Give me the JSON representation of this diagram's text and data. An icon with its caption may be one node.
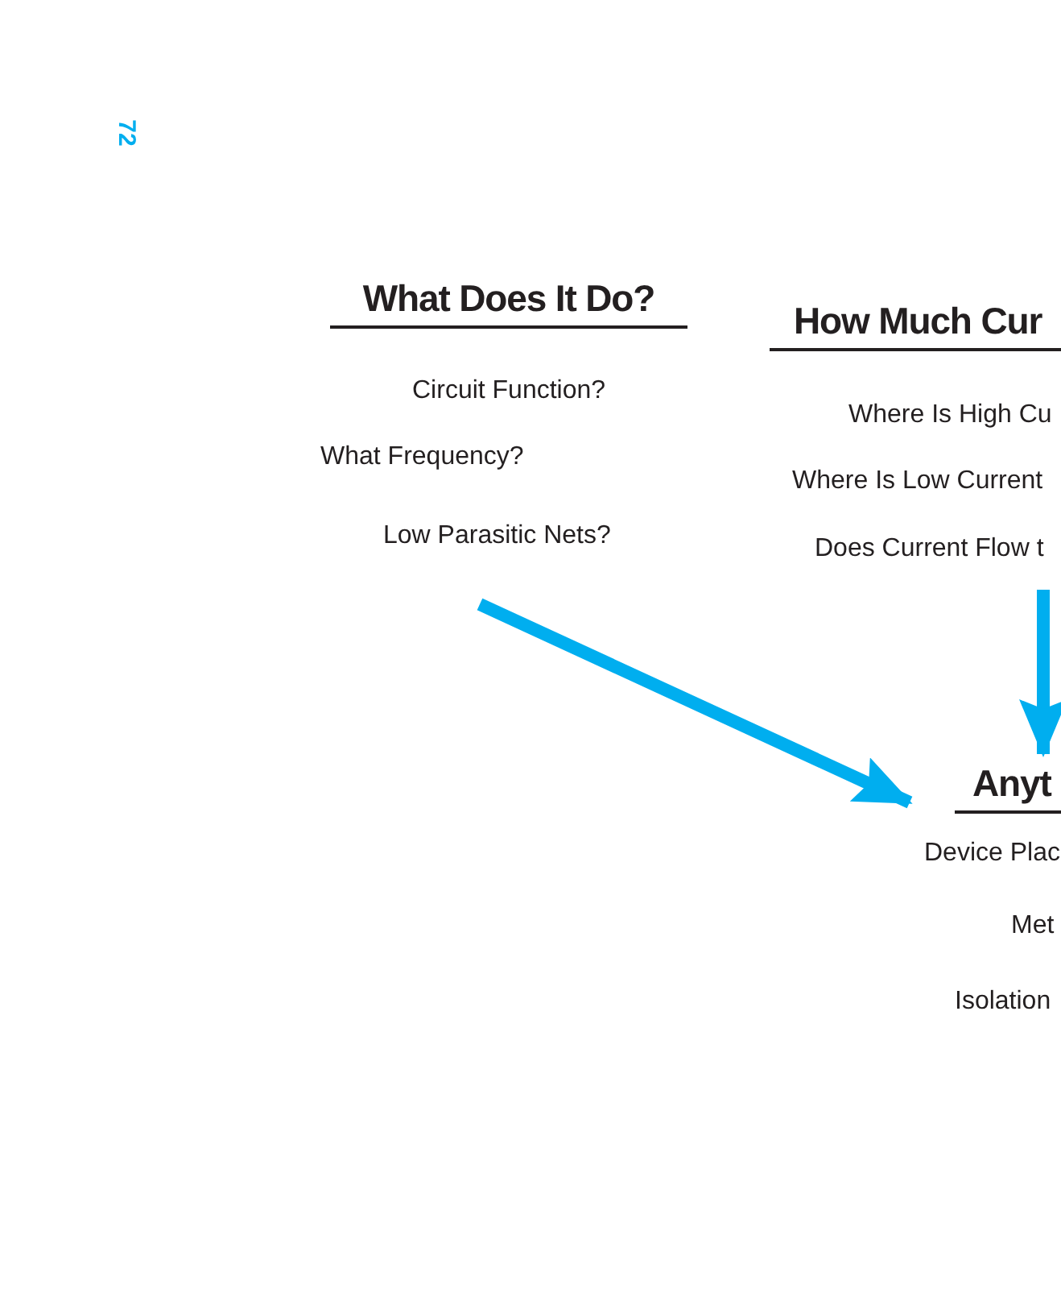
{
  "diagram": {
    "nodes": [
      {
        "text": [
          "What Does It Do?",
          "Circuit Function?",
          "What Frequency?",
          "Low Parasitic Nets?"
        ]
      },
      {
        "text": [
          "How Much Cur",
          "Where Is High Cu",
          "Where Is Low Current",
          "Does Current Flow t"
        ]
      },
      {
        "text": [
          "Anyt",
          "Device Plac",
          "Met",
          "Isolation"
        ]
      }
    ],
    "edges": [
      {
        "from": 0,
        "to": 2,
        "arrow": "to"
      },
      {
        "from": 1,
        "to": 2,
        "arrow": "to"
      }
    ],
    "labels": [
      "72"
    ]
  }
}
